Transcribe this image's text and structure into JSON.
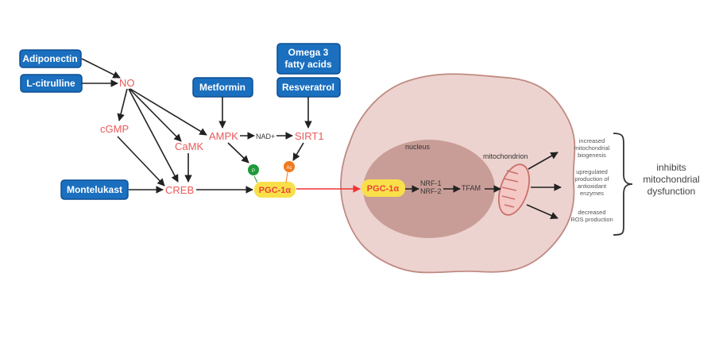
{
  "diagram": {
    "inputs": {
      "adiponectin": "Adiponectin",
      "l_citrulline": "L-citrulline",
      "metformin": "Metformin",
      "omega3": [
        "Omega 3",
        "fatty acids"
      ],
      "resveratrol": "Resveratrol",
      "montelukast": "Montelukast"
    },
    "nodes": {
      "no": "NO",
      "cgmp": "cGMP",
      "camk": "CaMK",
      "ampk": "AMPK",
      "nad": "NAD+",
      "sirt1": "SIRT1",
      "creb": "CREB",
      "pgc1a": "PGC-1α",
      "pgc1a_nucleus": "PGC-1α",
      "nrf1": "NRF-1",
      "nrf2": "NRF-2",
      "tfam": "TFAM"
    },
    "modifications": {
      "phosphorylation": "P",
      "deacetylation": "Ac"
    },
    "compartments": {
      "nucleus": "nucleus",
      "mitochondrion": "mitochondrion"
    },
    "outcomes": [
      [
        "increased",
        "mitochondrial",
        "biogenesis"
      ],
      [
        "upregulated",
        "production of",
        "antioxidant",
        "enzymes"
      ],
      [
        "decreased",
        "ROS production"
      ]
    ],
    "summary": [
      "inhibits",
      "mitochondrial",
      "dysfunction"
    ],
    "colors": {
      "input_box": "#1a6fbf",
      "molecule_text": "#e85a5a",
      "pgc1a_highlight": "#f9e04a",
      "cell": "#ecd3cf",
      "nucleus": "#c99d97",
      "phospho": "#1e9a3a",
      "acetyl": "#f07a1f"
    }
  }
}
